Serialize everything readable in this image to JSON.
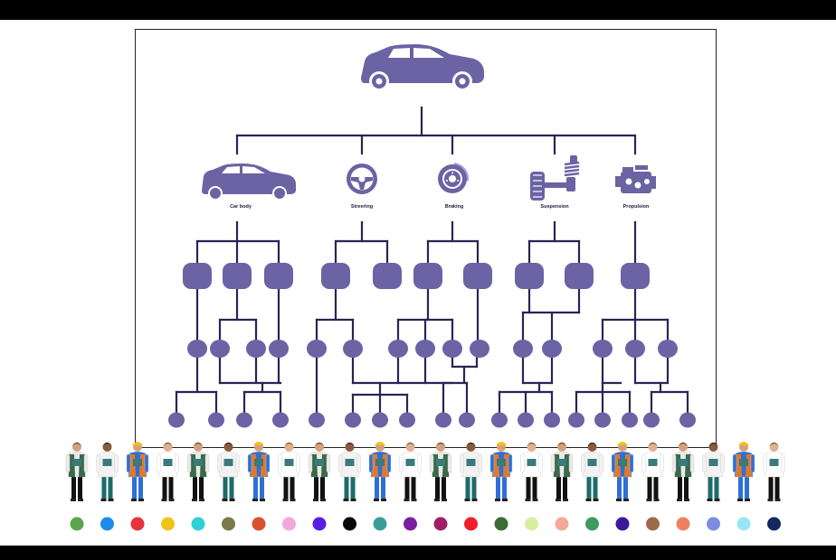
{
  "categories": [
    {
      "label": "Car body",
      "icon": "car-body-icon"
    },
    {
      "label": "Streering",
      "icon": "steering-wheel-icon"
    },
    {
      "label": "Braking",
      "icon": "brake-disc-icon"
    },
    {
      "label": "Suspension",
      "icon": "suspension-icon"
    },
    {
      "label": "Propulsion",
      "icon": "engine-icon"
    }
  ],
  "root_icon": "car-icon",
  "colors": {
    "tree": "#6b63a3",
    "line": "#2a2456",
    "frame": "#222222",
    "bars": "#000000"
  },
  "people_roles": [
    "worker-vest",
    "worker-shirt",
    "mechanic-blue",
    "scientist-labcoat",
    "worker-vest",
    "worker-shirt",
    "mechanic-blue",
    "scientist-labcoat",
    "worker-vest",
    "worker-shirt",
    "mechanic-blue",
    "scientist-labcoat",
    "worker-vest",
    "worker-shirt",
    "mechanic-blue",
    "scientist-labcoat",
    "worker-vest",
    "worker-shirt",
    "mechanic-blue",
    "scientist-labcoat",
    "worker-vest",
    "worker-shirt",
    "mechanic-blue",
    "scientist-labcoat"
  ],
  "dot_colors": [
    "#5aa64e",
    "#1e8bea",
    "#e8323d",
    "#f2c21b",
    "#2ed1d6",
    "#7b7a48",
    "#d8512b",
    "#f4a7dc",
    "#5a1de6",
    "#0a0a0a",
    "#3a9e97",
    "#7a1fa0",
    "#a01f66",
    "#f0202a",
    "#3d6b33",
    "#d6f0a0",
    "#f5a898",
    "#3f9a5c",
    "#3b1a9a",
    "#9c6a4a",
    "#f08060",
    "#7c8ce0",
    "#9ae6f5",
    "#13285e"
  ]
}
